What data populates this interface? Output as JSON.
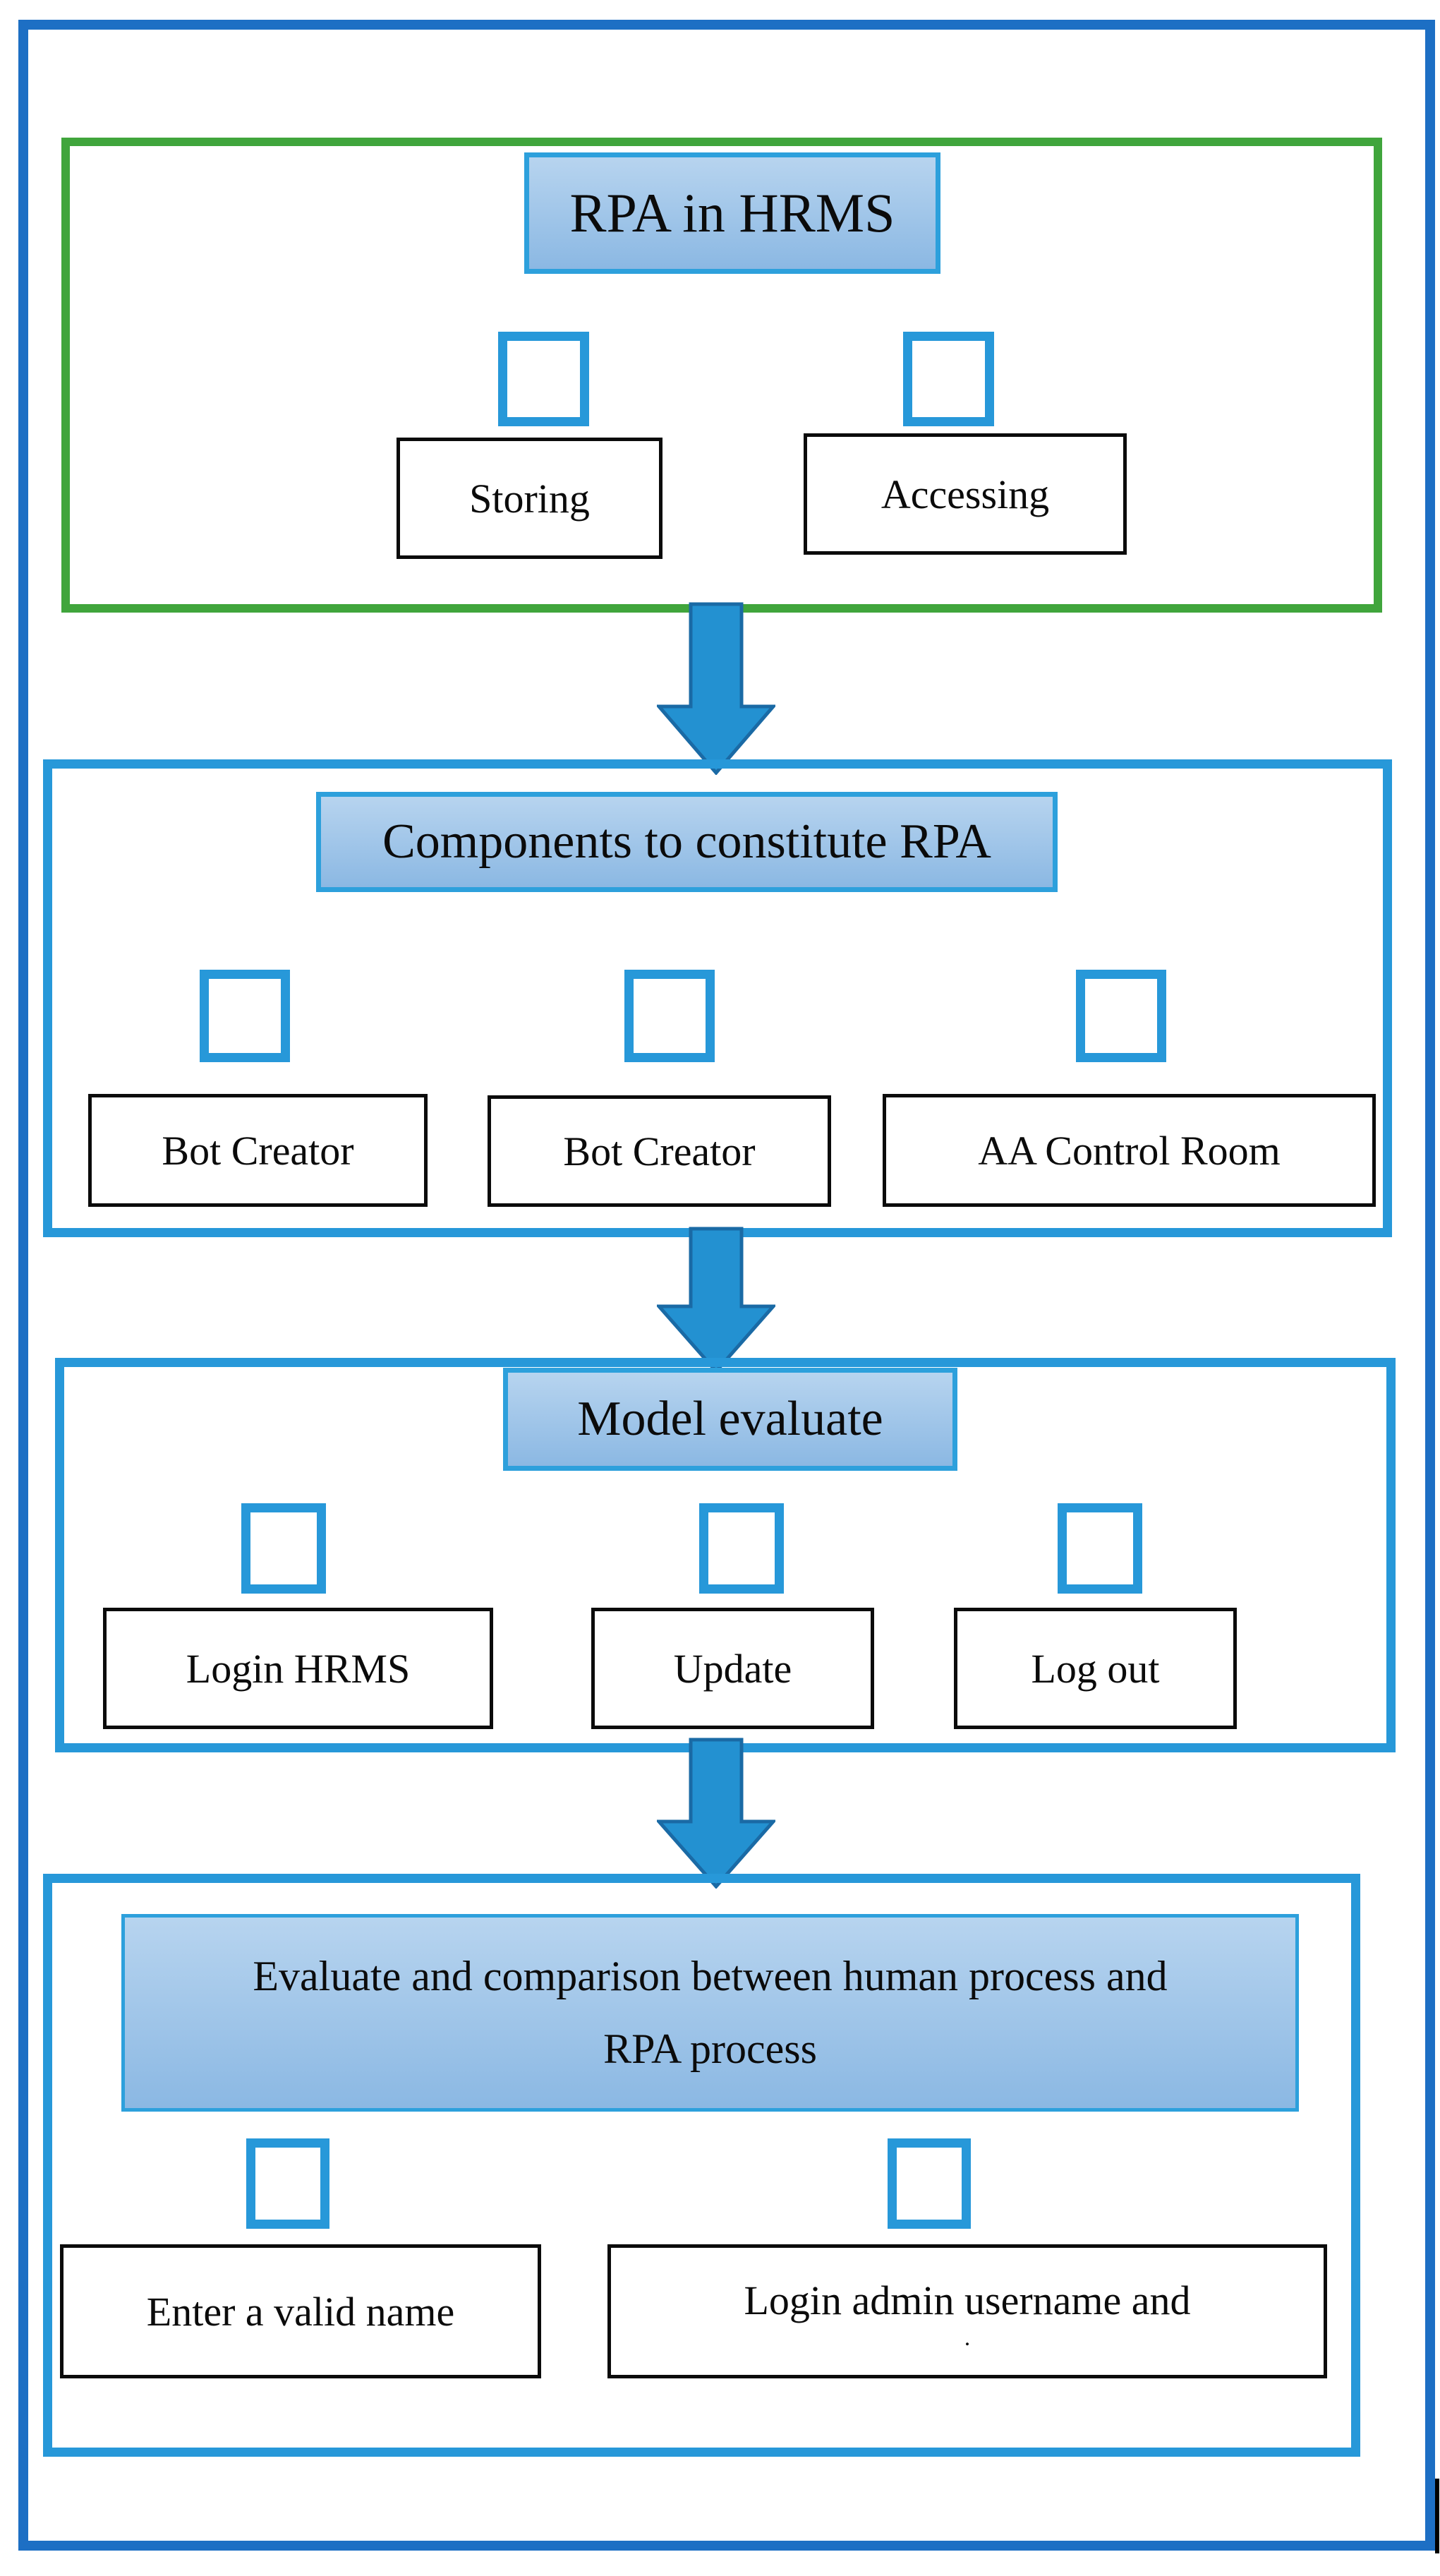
{
  "colors": {
    "outer-blue": "#1d6fc4",
    "accent-blue": "#2798d9",
    "header-border-blue": "#2da0dc",
    "header-grad-top": "#b7d4ef",
    "header-grad-bottom": "#8bb8e3",
    "arrow-fill": "#2391d1",
    "arrow-stroke": "#1a6aa5",
    "green": "#40a53c",
    "ink": "#0b0b0b"
  },
  "diagram": {
    "sections": [
      {
        "title": "RPA in HRMS",
        "items": [
          "Storing",
          "Accessing"
        ]
      },
      {
        "title": "Components to constitute RPA",
        "items": [
          "Bot Creator",
          "Bot Creator",
          "AA Control Room"
        ]
      },
      {
        "title": "Model evaluate",
        "items": [
          "Login HRMS",
          "Update",
          "Log out"
        ]
      },
      {
        "title_lines": [
          "Evaluate and comparison between human process and",
          "RPA process"
        ],
        "items": [
          "Enter a valid name",
          "Login admin username and"
        ],
        "item2_truncated_line": "."
      }
    ]
  }
}
